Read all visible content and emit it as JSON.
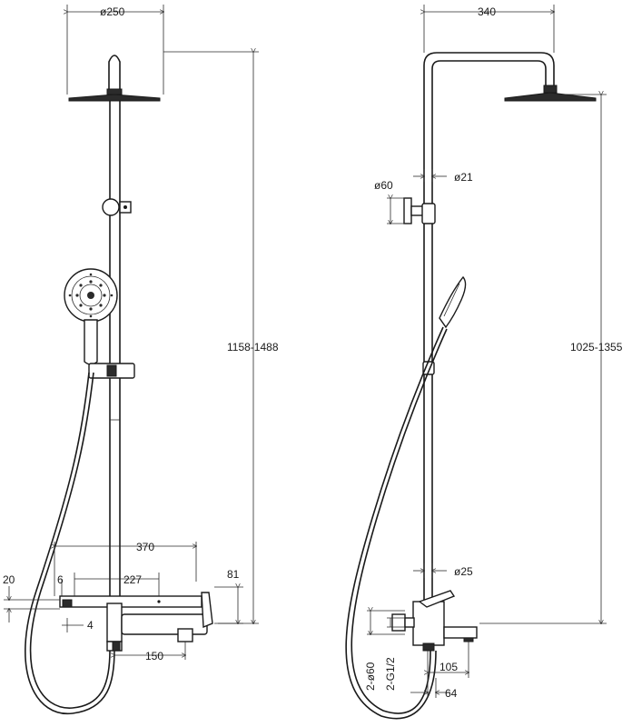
{
  "front_view": {
    "dim_head_diameter": "ø250",
    "dim_height_range": "1158-1488",
    "dim_spout_reach": "370",
    "dim_offset_20": "20",
    "dim_offset_6": "6",
    "dim_offset_227": "227",
    "dim_offset_81": "81",
    "dim_offset_4": "4",
    "dim_spacing_150": "150"
  },
  "side_view": {
    "dim_arm_reach": "340",
    "dim_bracket_60": "ø60",
    "dim_pipe_21": "ø21",
    "dim_height_range": "1025-1355",
    "dim_pipe_25": "ø25",
    "dim_flange_60": "2-ø60",
    "dim_thread": "2-G1/2",
    "dim_depth_105": "105",
    "dim_depth_64": "64"
  },
  "colors": {
    "line": "#1a1a1a",
    "background": "#ffffff"
  }
}
